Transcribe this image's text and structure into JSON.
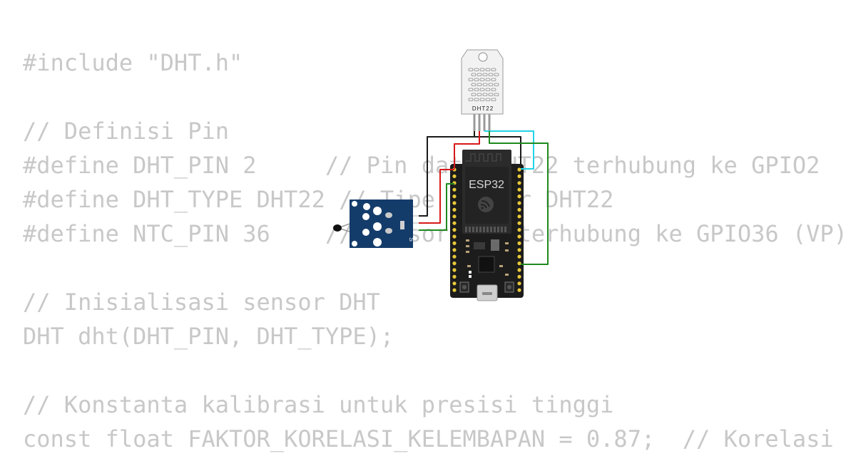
{
  "code_lines": [
    "#include \"DHT.h\"",
    "",
    "// Definisi Pin",
    "#define DHT_PIN 2     // Pin data DHT22 terhubung ke GPIO2",
    "#define DHT_TYPE DHT22 // Tipe sensor DHT22",
    "#define NTC_PIN 36    // Sensor NTC terhubung ke GPIO36 (VP)",
    "",
    "// Inisialisasi sensor DHT",
    "DHT dht(DHT_PIN, DHT_TYPE);",
    "",
    "// Konstanta kalibrasi untuk presisi tinggi",
    "const float FAKTOR_KORELASI_KELEMBAPAN = 0.87;  // Korelasi"
  ],
  "components": {
    "dht22": {
      "label": "DHT22"
    },
    "esp32": {
      "label": "ESP32"
    },
    "ntc": {
      "pin_label": "S"
    }
  },
  "colors": {
    "code_text": "#c8c8c8",
    "wire_black": "#1a1a1a",
    "wire_red": "#d71818",
    "wire_green": "#1e8a1e",
    "wire_cyan": "#22d3e6",
    "ntc_board": "#143c6b",
    "esp32_board": "#1c1c1c",
    "esp32_module": "#2b2b2b",
    "pin_gold": "#e8c83a"
  }
}
